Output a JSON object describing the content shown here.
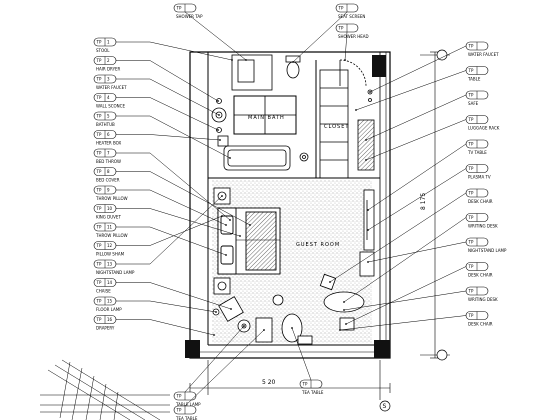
{
  "left_callouts": [
    {
      "code": "TP",
      "label": "STOOL",
      "num": "1"
    },
    {
      "code": "TP",
      "label": "HAIR DRYER",
      "num": "2"
    },
    {
      "code": "TP",
      "label": "WATER FAUCET",
      "num": "3"
    },
    {
      "code": "TP",
      "label": "WALL SCONCE",
      "num": "4"
    },
    {
      "code": "TP",
      "label": "BATHTUB",
      "num": "5"
    },
    {
      "code": "TP",
      "label": "HEATER BOX",
      "num": "6"
    },
    {
      "code": "TP",
      "label": "BED THROW",
      "num": "7"
    },
    {
      "code": "TP",
      "label": "BED COVER",
      "num": "8"
    },
    {
      "code": "TP",
      "label": "THROW PILLOW",
      "num": "9"
    },
    {
      "code": "TP",
      "label": "KING DUVET",
      "num": "10"
    },
    {
      "code": "TP",
      "label": "THROW PILLOW",
      "num": "11"
    },
    {
      "code": "TP",
      "label": "PILLOW SHAM",
      "num": "12"
    },
    {
      "code": "TP",
      "label": "NIGHTSTAND LAMP",
      "num": "13"
    },
    {
      "code": "TP",
      "label": "CHAISE",
      "num": "14"
    },
    {
      "code": "TP",
      "label": "FLOOR LAMP",
      "num": "15"
    },
    {
      "code": "TP",
      "label": "DRAPERY",
      "num": "16"
    }
  ],
  "right_callouts": [
    {
      "code": "TP",
      "label": "WATER FAUCET"
    },
    {
      "code": "TP",
      "label": "TABLE"
    },
    {
      "code": "TP",
      "label": "SAFE"
    },
    {
      "code": "TP",
      "label": "LUGGAGE RACK"
    },
    {
      "code": "TP",
      "label": "TV TABLE"
    },
    {
      "code": "TP",
      "label": "PLASMA TV"
    },
    {
      "code": "TP",
      "label": "DESK CHAIR"
    },
    {
      "code": "TP",
      "label": "WRITING DESK"
    },
    {
      "code": "TP",
      "label": "NIGHTSTAND LAMP"
    },
    {
      "code": "TP",
      "label": "DESK CHAIR"
    },
    {
      "code": "TP",
      "label": "WRITING DESK"
    },
    {
      "code": "TP",
      "label": "DESK CHAIR"
    }
  ],
  "top_callouts": [
    {
      "code": "TP",
      "label": "SHOWER TAP"
    },
    {
      "code": "TP",
      "label": "SEAT SCREEN"
    },
    {
      "code": "TP",
      "label": "SHOWER HEAD"
    }
  ],
  "bottom_callouts": [
    {
      "code": "TP",
      "label": "TABLE LAMP"
    },
    {
      "code": "TP",
      "label": "TEA TABLE"
    },
    {
      "code": "TP",
      "label": "TEA TABLE"
    }
  ],
  "rooms": {
    "bath": "MAIN BATH",
    "guest": "GUEST ROOM",
    "closet": "CLOSET"
  },
  "dimensions": {
    "bottom_width": "5 20",
    "right_depth": "8 175"
  },
  "grid_marker": "S",
  "colors": {
    "line": "#000000",
    "background": "#ffffff",
    "column_fill": "#111111"
  }
}
